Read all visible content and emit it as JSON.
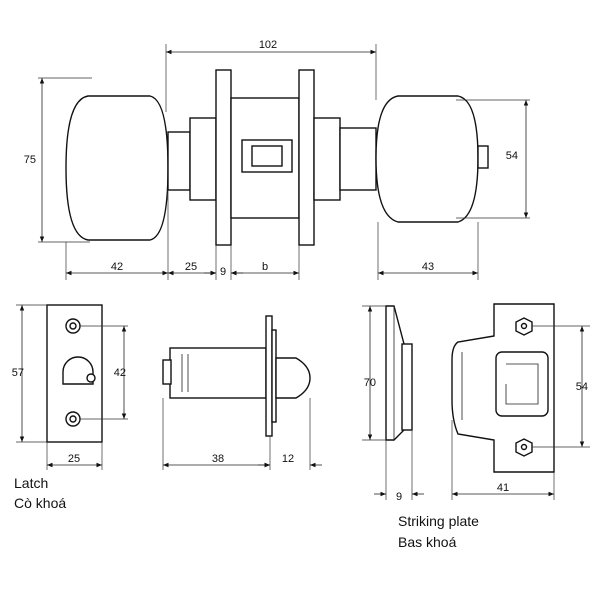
{
  "knob_set": {
    "dims": {
      "overall_width": "102",
      "height": "75",
      "knob_diameter": "54",
      "left_knob_length": "42",
      "left_neck": "25",
      "rose_thickness": "9",
      "door_thickness": "b",
      "right_knob_length": "43"
    }
  },
  "latch": {
    "label": "Latch",
    "label_vi": "Cò khoá",
    "dims": {
      "faceplate_height": "57",
      "hole_spacing": "42",
      "faceplate_width": "25",
      "backset": "38",
      "bolt_projection": "12"
    }
  },
  "striking_plate": {
    "label": "Striking plate",
    "label_vi": "Bas khoá",
    "dims": {
      "height": "70",
      "depth": "9",
      "width": "41",
      "hole_spacing": "54"
    }
  },
  "colors": {
    "line": "#111111",
    "background": "#ffffff"
  }
}
